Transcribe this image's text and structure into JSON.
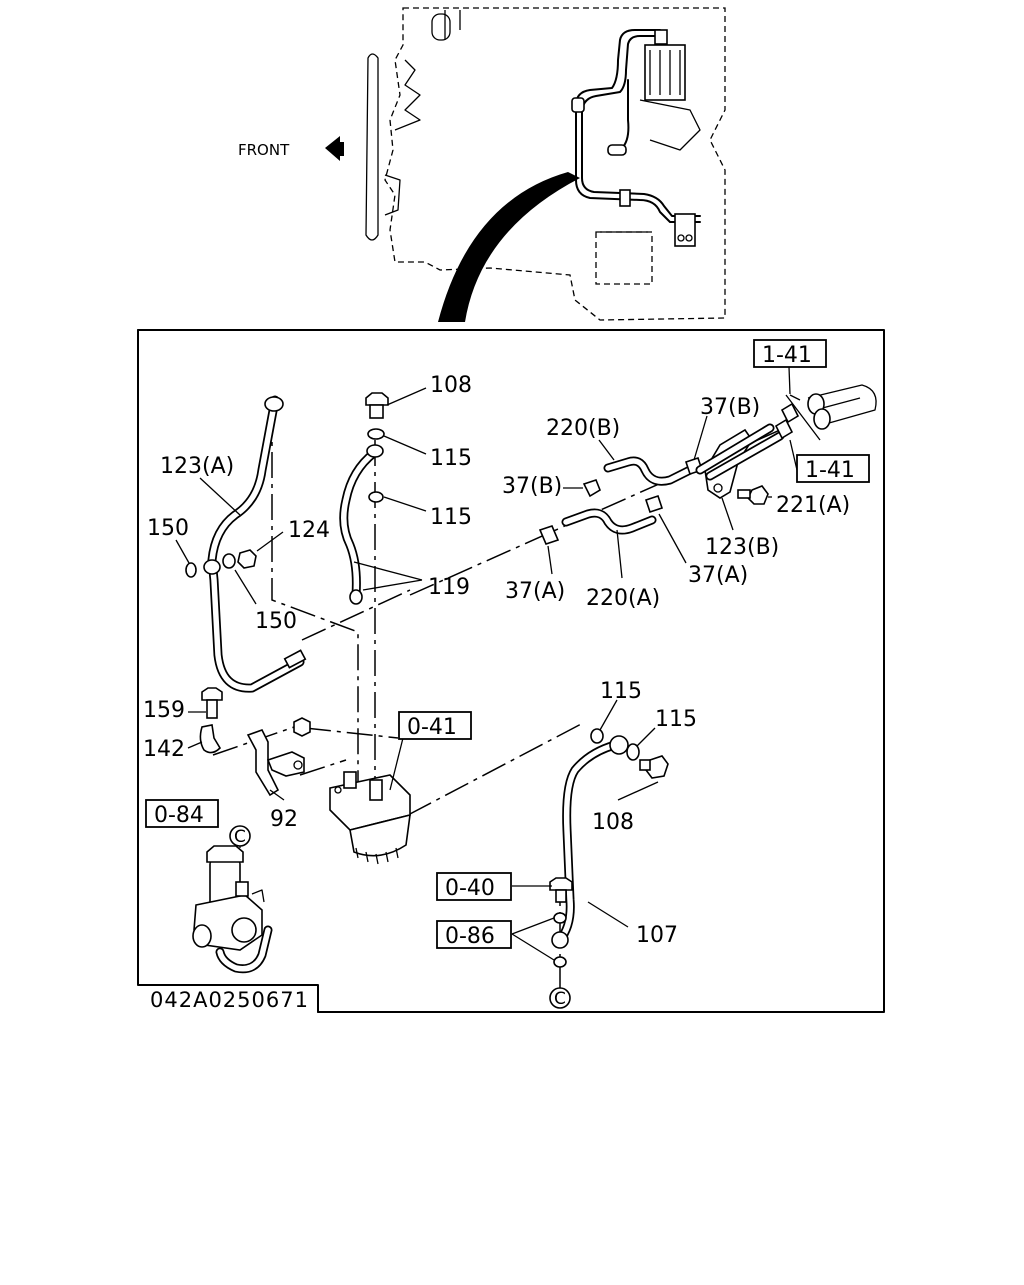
{
  "diagram": {
    "front_label": "FRONT",
    "drawing_number": "042A0250671",
    "reference_boxes": [
      "1-41",
      "1-41",
      "0-41",
      "0-84",
      "0-40",
      "0-86"
    ],
    "circle_marks": [
      "C",
      "C"
    ],
    "part_labels": [
      "108",
      "115",
      "115",
      "220(B)",
      "37(B)",
      "37(B)",
      "123(A)",
      "150",
      "124",
      "119",
      "150",
      "221(A)",
      "123(B)",
      "37(A)",
      "37(A)",
      "220(A)",
      "159",
      "142",
      "92",
      "115",
      "115",
      "108",
      "107"
    ]
  }
}
